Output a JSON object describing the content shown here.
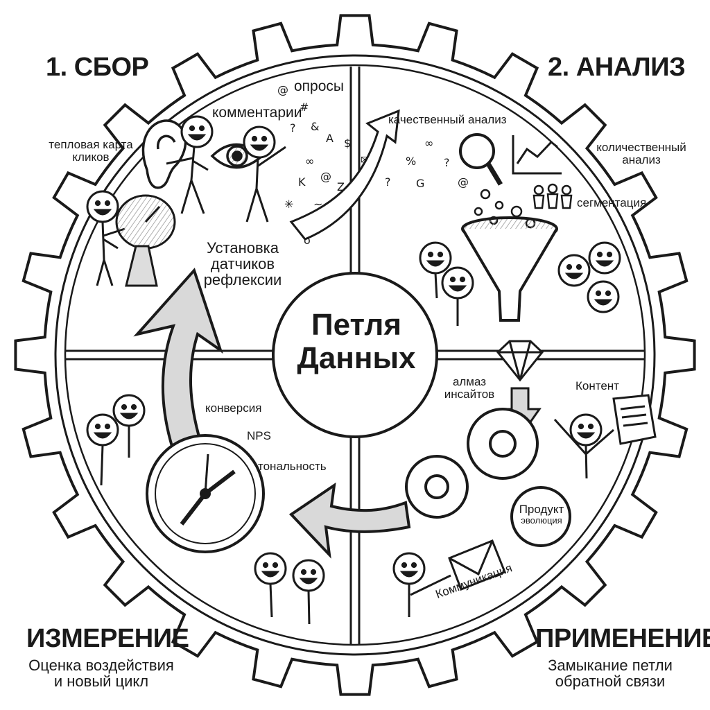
{
  "center_title": [
    "Петля",
    "Данных"
  ],
  "quadrants": {
    "collect": {
      "title": "1. СБОР",
      "labels": {
        "surveys": "опросы",
        "comments": "комментарии",
        "heatmap": [
          "тепловая карта",
          "кликов"
        ],
        "sensors": [
          "Установка",
          "датчиков",
          "рефлексии"
        ]
      }
    },
    "analysis": {
      "title": "2. АНАЛИЗ",
      "labels": {
        "qualitative": "качественный анализ",
        "quantitative": [
          "количественный",
          "анализ"
        ],
        "segmentation": "сегментация"
      }
    },
    "application": {
      "title": "ПРИМЕНЕНИЕ",
      "subtitle": [
        "Замыкание петли",
        "обратной связи"
      ],
      "labels": {
        "diamond": [
          "алмаз",
          "инсайтов"
        ],
        "content": "Контент",
        "product": [
          "Продукт",
          "эволюция"
        ],
        "communication": "Коммуникация"
      }
    },
    "measurement": {
      "title": "ИЗМЕРЕНИЕ",
      "subtitle": [
        "Оценка воздействия",
        "и новый цикл"
      ],
      "labels": {
        "conversion": "конверсия",
        "nps": "NPS",
        "sentiment": "тональность"
      }
    }
  },
  "colors": {
    "ink": "#1a1a1a",
    "paper": "#ffffff",
    "shade": "#d9d9d9"
  },
  "icons": [
    "gear-frame-icon",
    "ear-icon",
    "eye-icon",
    "radar-dish-icon",
    "magnifier-icon",
    "line-chart-icon",
    "people-icon",
    "funnel-icon",
    "diamond-icon",
    "gears-icon",
    "document-icon",
    "envelope-icon",
    "compass-gauge-icon",
    "up-arrow-icon",
    "left-arrow-icon",
    "stick-figure-icon"
  ]
}
